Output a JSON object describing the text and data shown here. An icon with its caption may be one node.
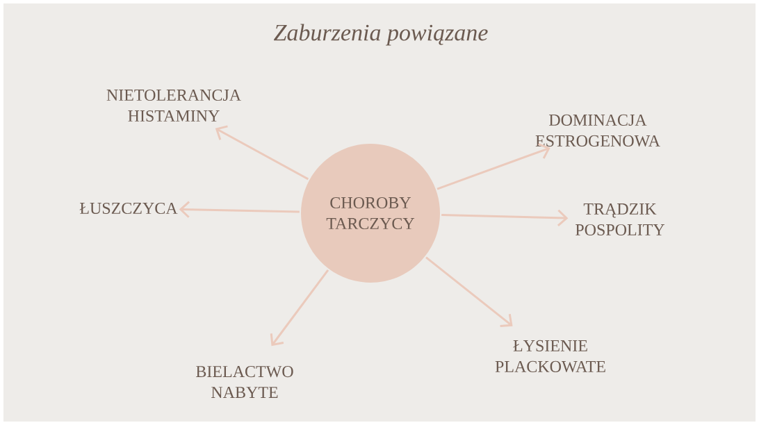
{
  "diagram": {
    "title": "Zaburzenia powiązane",
    "nodes": [
      {
        "text": [
          "CHOROBY TARCZYCY"
        ]
      },
      {
        "text": [
          "NIETOLERANCJA HISTAMINY"
        ]
      },
      {
        "text": [
          "DOMINACJA ESTROGENOWA"
        ]
      },
      {
        "text": [
          "ŁUSZCZYCA"
        ]
      },
      {
        "text": [
          "TRĄDZIK POSPOLITY"
        ]
      },
      {
        "text": [
          "BIELACTWO NABYTE"
        ]
      },
      {
        "text": [
          "ŁYSIENIE PLACKOWATE"
        ]
      }
    ],
    "edges": [
      {
        "from": 0,
        "to": 1,
        "arrow": "to"
      },
      {
        "from": 0,
        "to": 2,
        "arrow": "to"
      },
      {
        "from": 0,
        "to": 3,
        "arrow": "to"
      },
      {
        "from": 0,
        "to": 4,
        "arrow": "to"
      },
      {
        "from": 0,
        "to": 5,
        "arrow": "to"
      },
      {
        "from": 0,
        "to": 6,
        "arrow": "to"
      }
    ]
  }
}
